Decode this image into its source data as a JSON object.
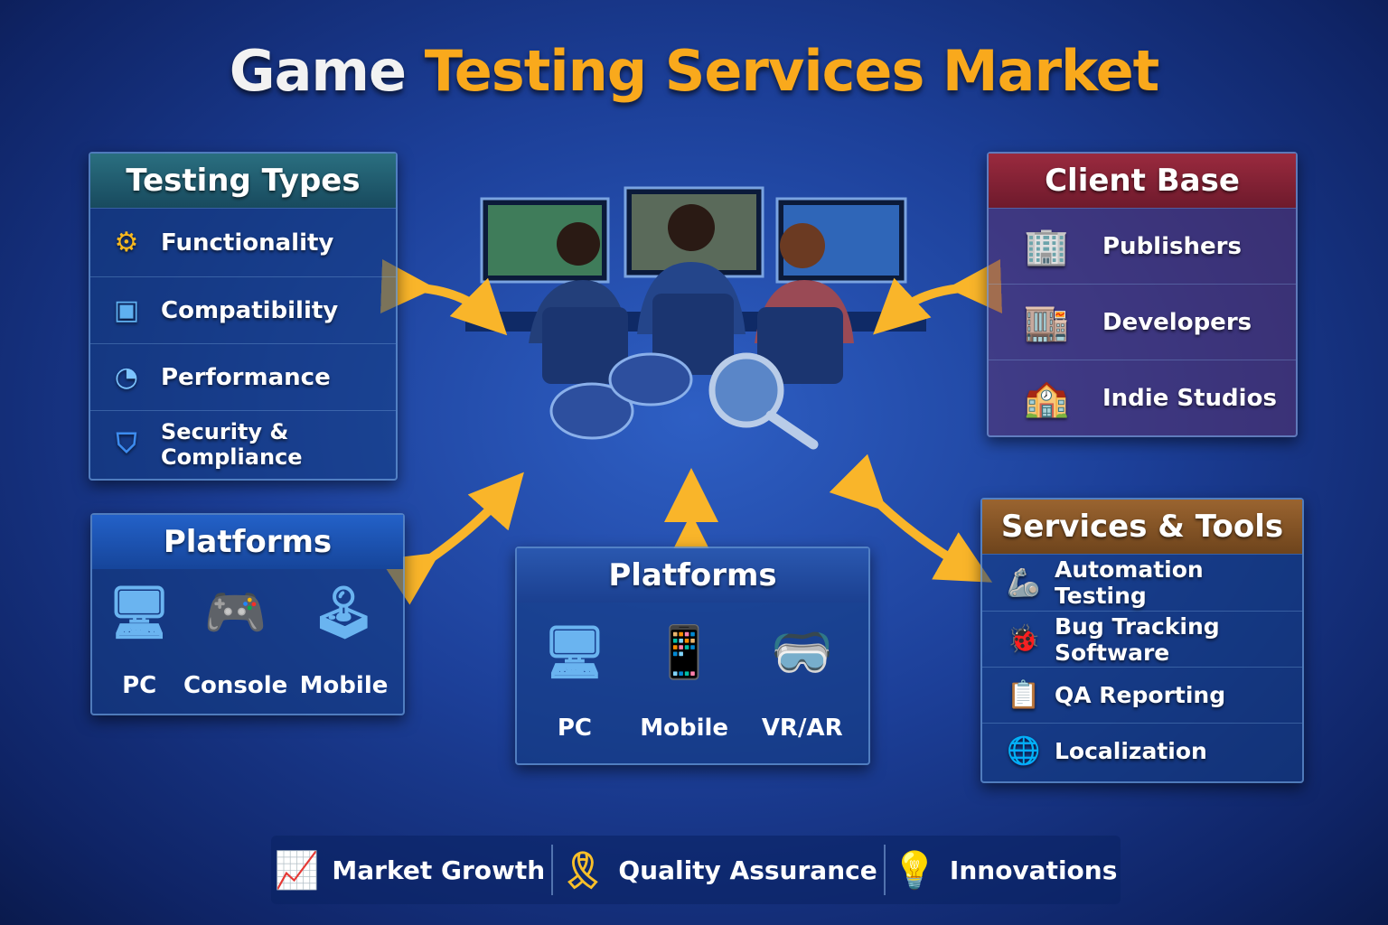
{
  "title": {
    "part1": "Game",
    "part2": "Testing Services Market"
  },
  "testing_types": {
    "header": "Testing Types",
    "items": [
      {
        "label": "Functionality",
        "icon": "gear-icon"
      },
      {
        "label": "Compatibility",
        "icon": "tablet-icon"
      },
      {
        "label": "Performance",
        "icon": "speedometer-icon"
      },
      {
        "label": "Security & Compliance",
        "icon": "shield-check-icon"
      }
    ]
  },
  "client_base": {
    "header": "Client Base",
    "items": [
      {
        "label": "Publishers",
        "icon": "office-building-icon"
      },
      {
        "label": "Developers",
        "icon": "building-icon"
      },
      {
        "label": "Indie Studios",
        "icon": "studio-house-icon"
      }
    ]
  },
  "platforms_left": {
    "header": "Platforms",
    "items": [
      {
        "label": "PC"
      },
      {
        "label": "Console"
      },
      {
        "label": "Mobile"
      }
    ]
  },
  "platforms_center": {
    "header": "Platforms",
    "items": [
      {
        "label": "PC"
      },
      {
        "label": "Mobile"
      },
      {
        "label": "VR/AR"
      }
    ]
  },
  "services_tools": {
    "header": "Services & Tools",
    "items": [
      {
        "label": "Automation Testing",
        "icon": "robot-arm-icon"
      },
      {
        "label": "Bug Tracking Software",
        "icon": "bug-document-icon"
      },
      {
        "label": "QA Reporting",
        "icon": "checklist-icon"
      },
      {
        "label": "Localization",
        "icon": "globe-icon"
      }
    ]
  },
  "bottom_bar": [
    {
      "label": "Market Growth",
      "icon": "growth-chart-icon"
    },
    {
      "label": "Quality Assurance",
      "icon": "award-ribbon-icon"
    },
    {
      "label": "Innovations",
      "icon": "lightbulb-icon"
    }
  ],
  "colors": {
    "accent": "#f9a91c",
    "testing_header": "#1f5a6e",
    "client_header": "#8a2034",
    "platforms_header": "#1a4fb0",
    "services_header": "#8a5624"
  }
}
